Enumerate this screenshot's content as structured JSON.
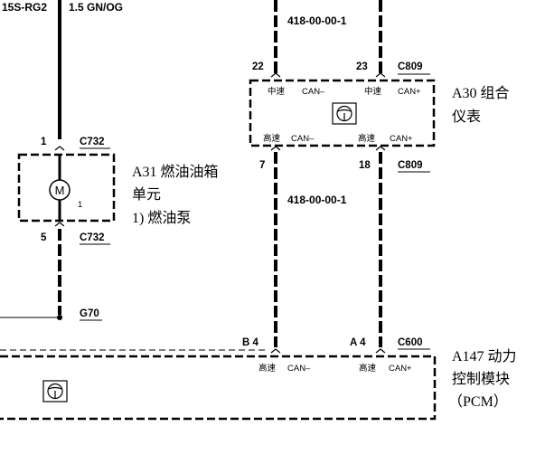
{
  "wire_top_left": {
    "circuit": "15S-RG2",
    "color": "1.5 GN/OG"
  },
  "wire_group_upper": {
    "label": "418-00-00-1"
  },
  "wire_group_lower": {
    "label": "418-00-00-1"
  },
  "module_a30": {
    "name_line1": "A30  组合",
    "name_line2": "仪表",
    "connector_top": "C809",
    "pin_top_left": "22",
    "pin_top_right": "23",
    "label_top_left_speed": "中速",
    "label_top_left_can": "CAN–",
    "label_top_right_speed": "中速",
    "label_top_right_can": "CAN+",
    "label_bottom_left_speed": "高速",
    "label_bottom_left_can": "CAN–",
    "label_bottom_right_speed": "高速",
    "label_bottom_right_can": "CAN+",
    "pin_bottom_left": "7",
    "pin_bottom_right": "18",
    "connector_bottom": "C809"
  },
  "module_a31": {
    "name_line1": "A31  燃油油箱",
    "name_line2": "单元",
    "name_line3": "1)  燃油泵",
    "connector": "C732",
    "pin_top": "1",
    "pin_bottom": "5",
    "inner_mark": "1",
    "motor_symbol": "M"
  },
  "ground": {
    "label": "G70"
  },
  "module_a147": {
    "name_line1": "A147  动力",
    "name_line2": "控制模块",
    "name_line3": "（PCM）",
    "connector": "C600",
    "pin_left": "B 4",
    "pin_right": "A 4",
    "label_left_speed": "高速",
    "label_left_can": "CAN–",
    "label_right_speed": "高速",
    "label_right_can": "CAN+"
  },
  "icons": [
    "steering-wheel-icon",
    "motor-icon"
  ],
  "colors": {
    "line": "#000000",
    "background": "#ffffff"
  }
}
